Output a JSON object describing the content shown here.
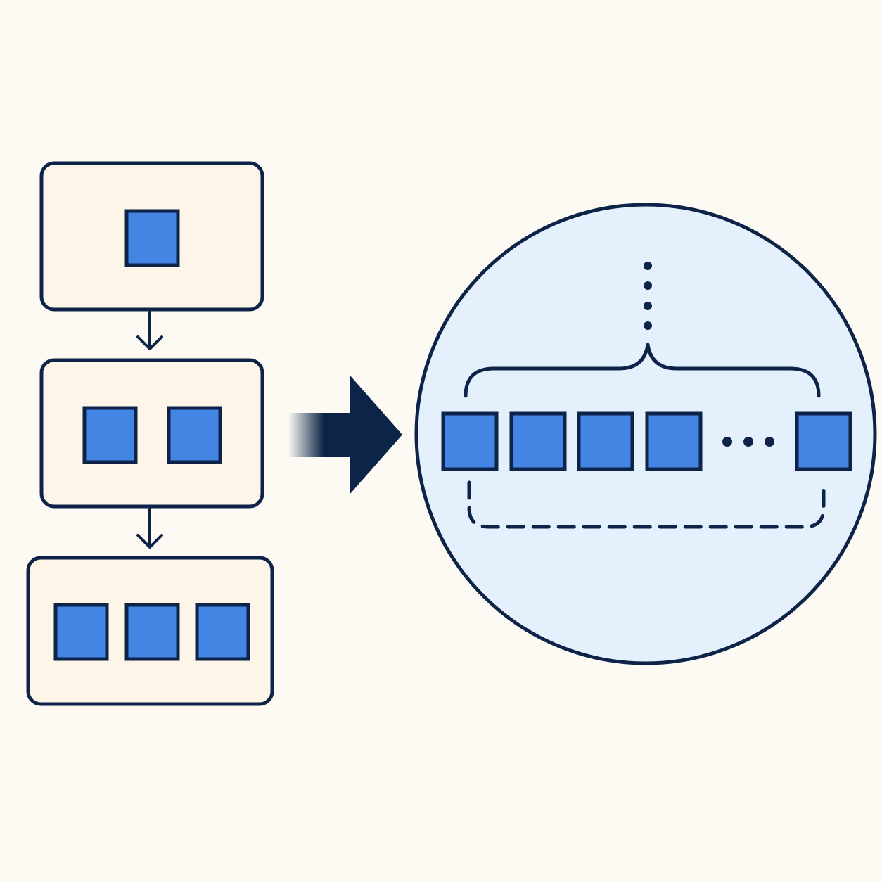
{
  "colors": {
    "background": "#fdfaf3",
    "box_fill": "#fdf5e8",
    "stroke": "#0d2347",
    "block_fill": "#4485e3",
    "circle_fill": "#e4f1fc",
    "arrow": "#0c2447"
  },
  "icons": {
    "ellipsis": "horizontal-ellipsis",
    "vertical_dots": "vertical-ellipsis",
    "brace": "curly-brace"
  },
  "stages": [
    {
      "block_count": 1
    },
    {
      "block_count": 2
    },
    {
      "block_count": 3
    }
  ],
  "expanded": {
    "visible_leading_blocks": 4,
    "trailing_blocks": 1
  }
}
